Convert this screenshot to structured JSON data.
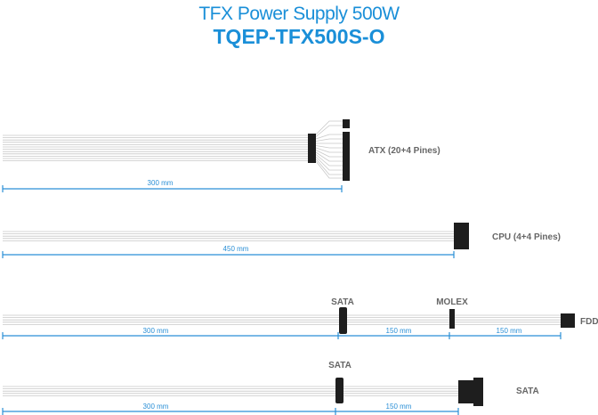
{
  "title": "TFX Power Supply 500W",
  "model": "TQEP-TFX500S-O",
  "colors": {
    "accent": "#1a8fd8",
    "dimension": "#2a8fd6",
    "connector": "#1e1e1e",
    "wire": "#c8c8c8"
  },
  "cables": [
    {
      "label": "ATX (20+4 Pines)",
      "lengths": [
        "300 mm"
      ]
    },
    {
      "label": "CPU (4+4 Pines)",
      "lengths": [
        "450 mm"
      ]
    },
    {
      "labels": [
        "SATA",
        "MOLEX",
        "FDD"
      ],
      "lengths": [
        "300 mm",
        "150 mm",
        "150 mm"
      ]
    },
    {
      "labels": [
        "SATA",
        "SATA"
      ],
      "lengths": [
        "300 mm",
        "150 mm"
      ]
    }
  ]
}
